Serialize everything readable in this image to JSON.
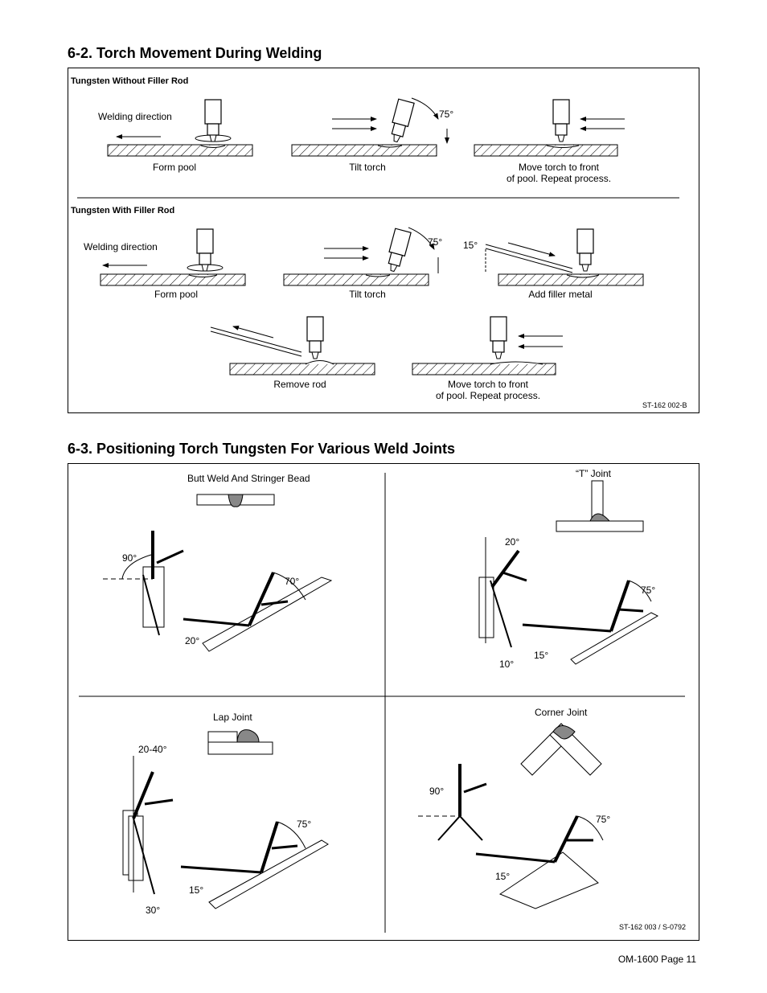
{
  "section_62": {
    "title": "6-2.   Torch Movement During Welding",
    "without_filler": {
      "heading": "Tungsten Without Filler Rod",
      "welding_direction": "Welding direction",
      "angle": "75°",
      "captions": [
        "Form pool",
        "Tilt torch",
        "Move torch to front\nof pool. Repeat process."
      ]
    },
    "with_filler": {
      "heading": "Tungsten With Filler Rod",
      "welding_direction": "Welding direction",
      "angle_tilt": "75°",
      "angle_rod": "15°",
      "captions": [
        "Form pool",
        "Tilt torch",
        "Add filler metal",
        "Remove rod",
        "Move torch to front\nof pool. Repeat process."
      ]
    },
    "ref": "ST-162 002-B"
  },
  "section_63": {
    "title": "6-3.   Positioning Torch Tungsten For Various Weld Joints",
    "butt": {
      "label": "Butt Weld And Stringer Bead",
      "a90": "90°",
      "a70": "70°",
      "a20": "20°"
    },
    "tjoint": {
      "label": "“T” Joint",
      "a20": "20°",
      "a75": "75°",
      "a15": "15°",
      "a10": "10°"
    },
    "lap": {
      "label": "Lap Joint",
      "a2040": "20-40°",
      "a75": "75°",
      "a15": "15°",
      "a30": "30°"
    },
    "corner": {
      "label": "Corner Joint",
      "a90": "90°",
      "a75": "75°",
      "a15": "15°"
    },
    "ref": "ST-162 003 / S-0792"
  },
  "footer": "OM-1600 Page 11"
}
